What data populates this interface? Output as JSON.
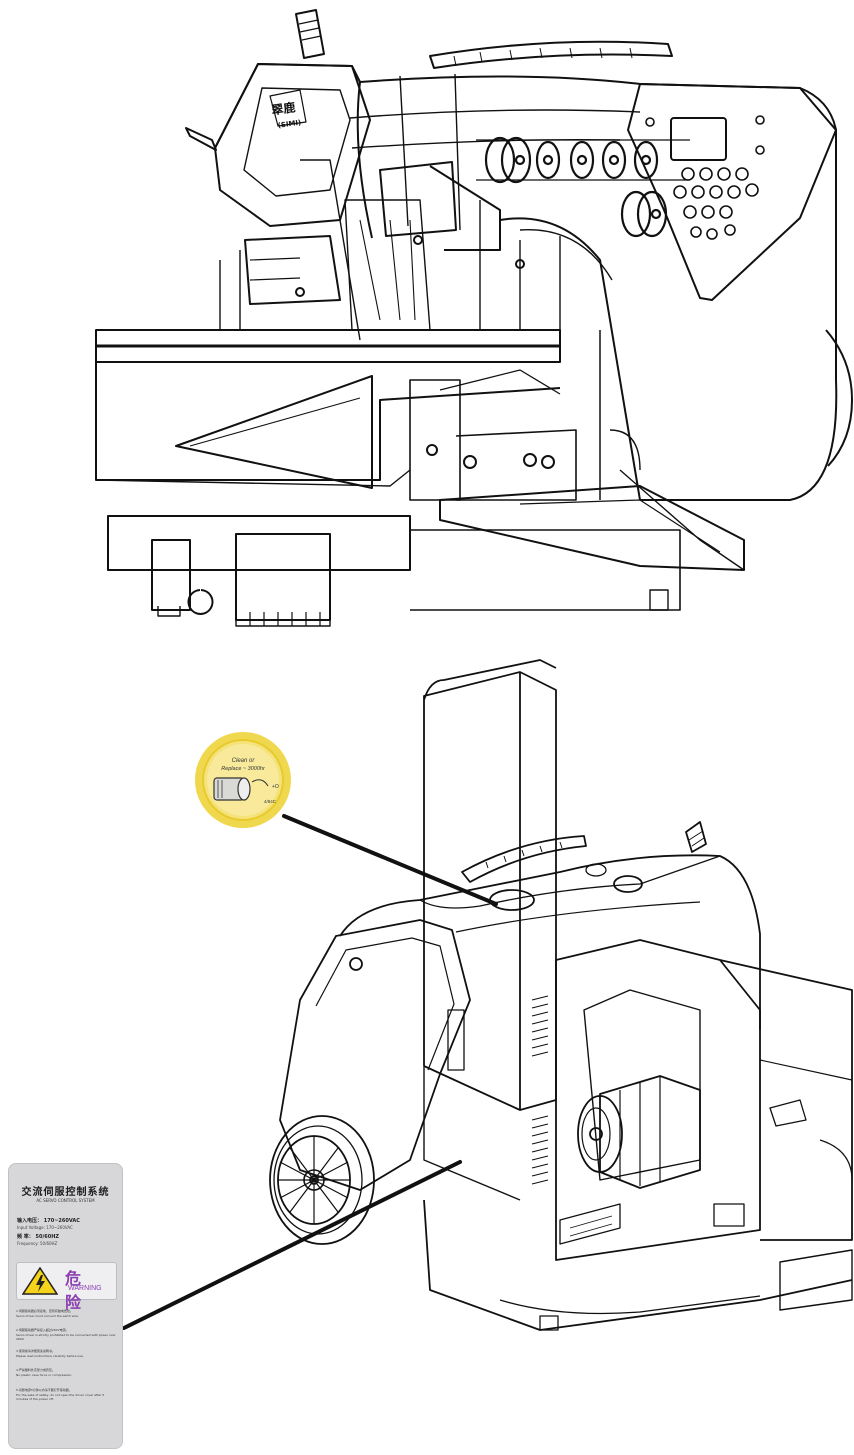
{
  "label": {
    "title": "交流伺服控制系统",
    "subtitle": "AC SERVO CONTROL SYSTEM",
    "specs": [
      {
        "key": "输入电压：",
        "value": "170~260VAC"
      },
      {
        "key": "Input Voltage:",
        "value": "170~260VAC"
      },
      {
        "key": "频      率：",
        "value": "50/60HZ"
      },
      {
        "key": "Frequency:",
        "value": "50/60HZ"
      }
    ],
    "warning_cn": "危 险",
    "warning_en": "WARNING",
    "notes": [
      "1.伺服驱动器必须接地，否则有触电危险。",
      "Servo driver must connect the earth wire.",
      "2.伺服驱动器严禁接入超过260V电源。",
      "Servo driver is strictly prohibited to be connected with power over 260V.",
      "3.使用前请详细阅读说明书。",
      "Please read instructions carefully before use.",
      "4.严禁塑料外壳受力或挤压。",
      "No plastic case force or compression.",
      "5.切断电源5分钟以内请不要打开驱动器。",
      "For the sake of safety, do not open the driver cover after 5 minutes of the power off."
    ]
  },
  "badge": {
    "line1": "Clean or",
    "line2": "Replace ~ 3000hr",
    "mark1": "+O",
    "mark2": "4/84C"
  },
  "emblem": {
    "line1": "翠鹿",
    "line2": "(SIMI)"
  },
  "colors": {
    "line": "#111111",
    "badge_fill": "#f2de5e",
    "badge_ring": "#e7ca2c",
    "label_bg": "#d7d7d9",
    "warning_purple": "#8c3fb0",
    "warning_yellow": "#f5d31a"
  }
}
